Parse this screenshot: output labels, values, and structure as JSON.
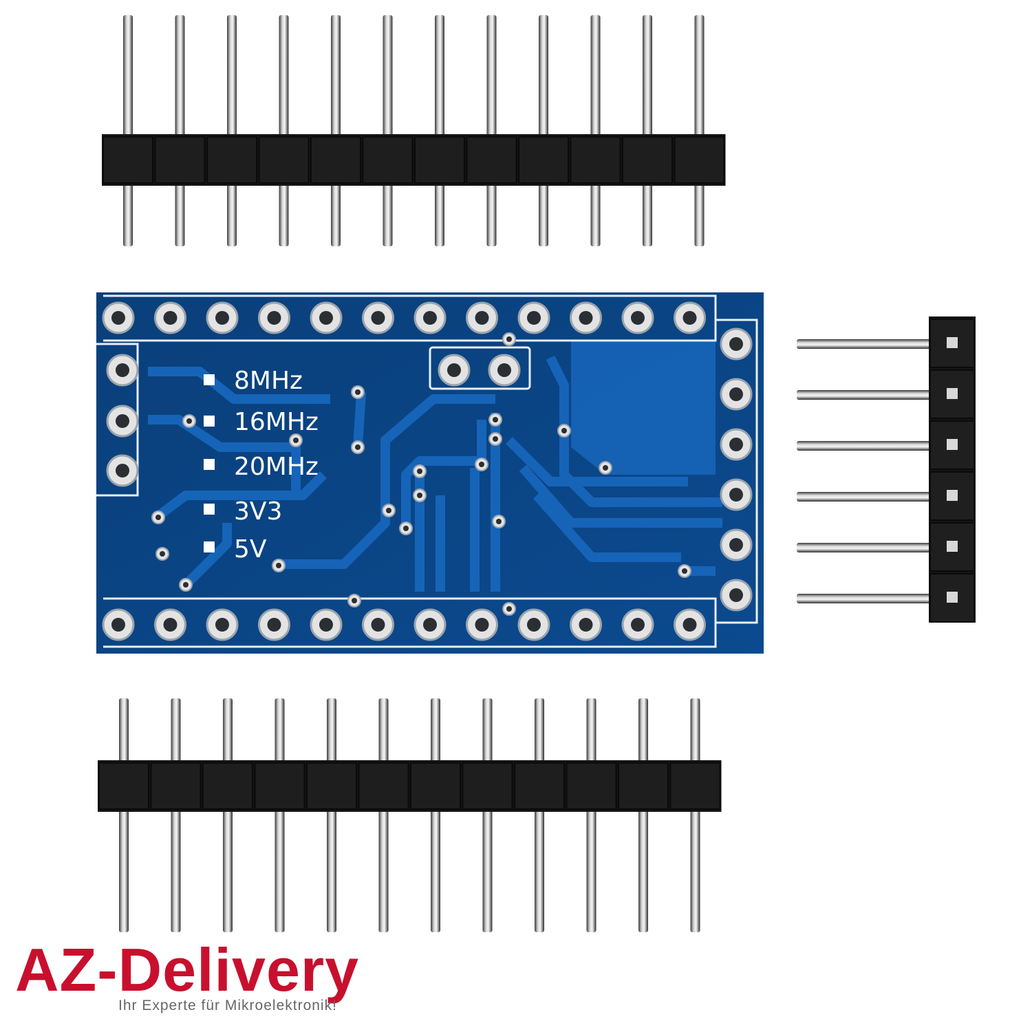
{
  "board": {
    "silkscreen_labels": [
      "8MHz",
      "16MHz",
      "20MHz",
      "3V3",
      "5V"
    ],
    "pcb_color": "#0d4a8c",
    "trace_color": "#1460b0",
    "pad_color": "#e6e6e6"
  },
  "headers": {
    "top_row_pins": 12,
    "bottom_row_pins": 12,
    "right_angle_pins": 6
  },
  "logo": {
    "brand": "AZ-Delivery",
    "tagline": "Ihr Experte für Mikroelektronik!",
    "brand_color": "#c8102e"
  }
}
